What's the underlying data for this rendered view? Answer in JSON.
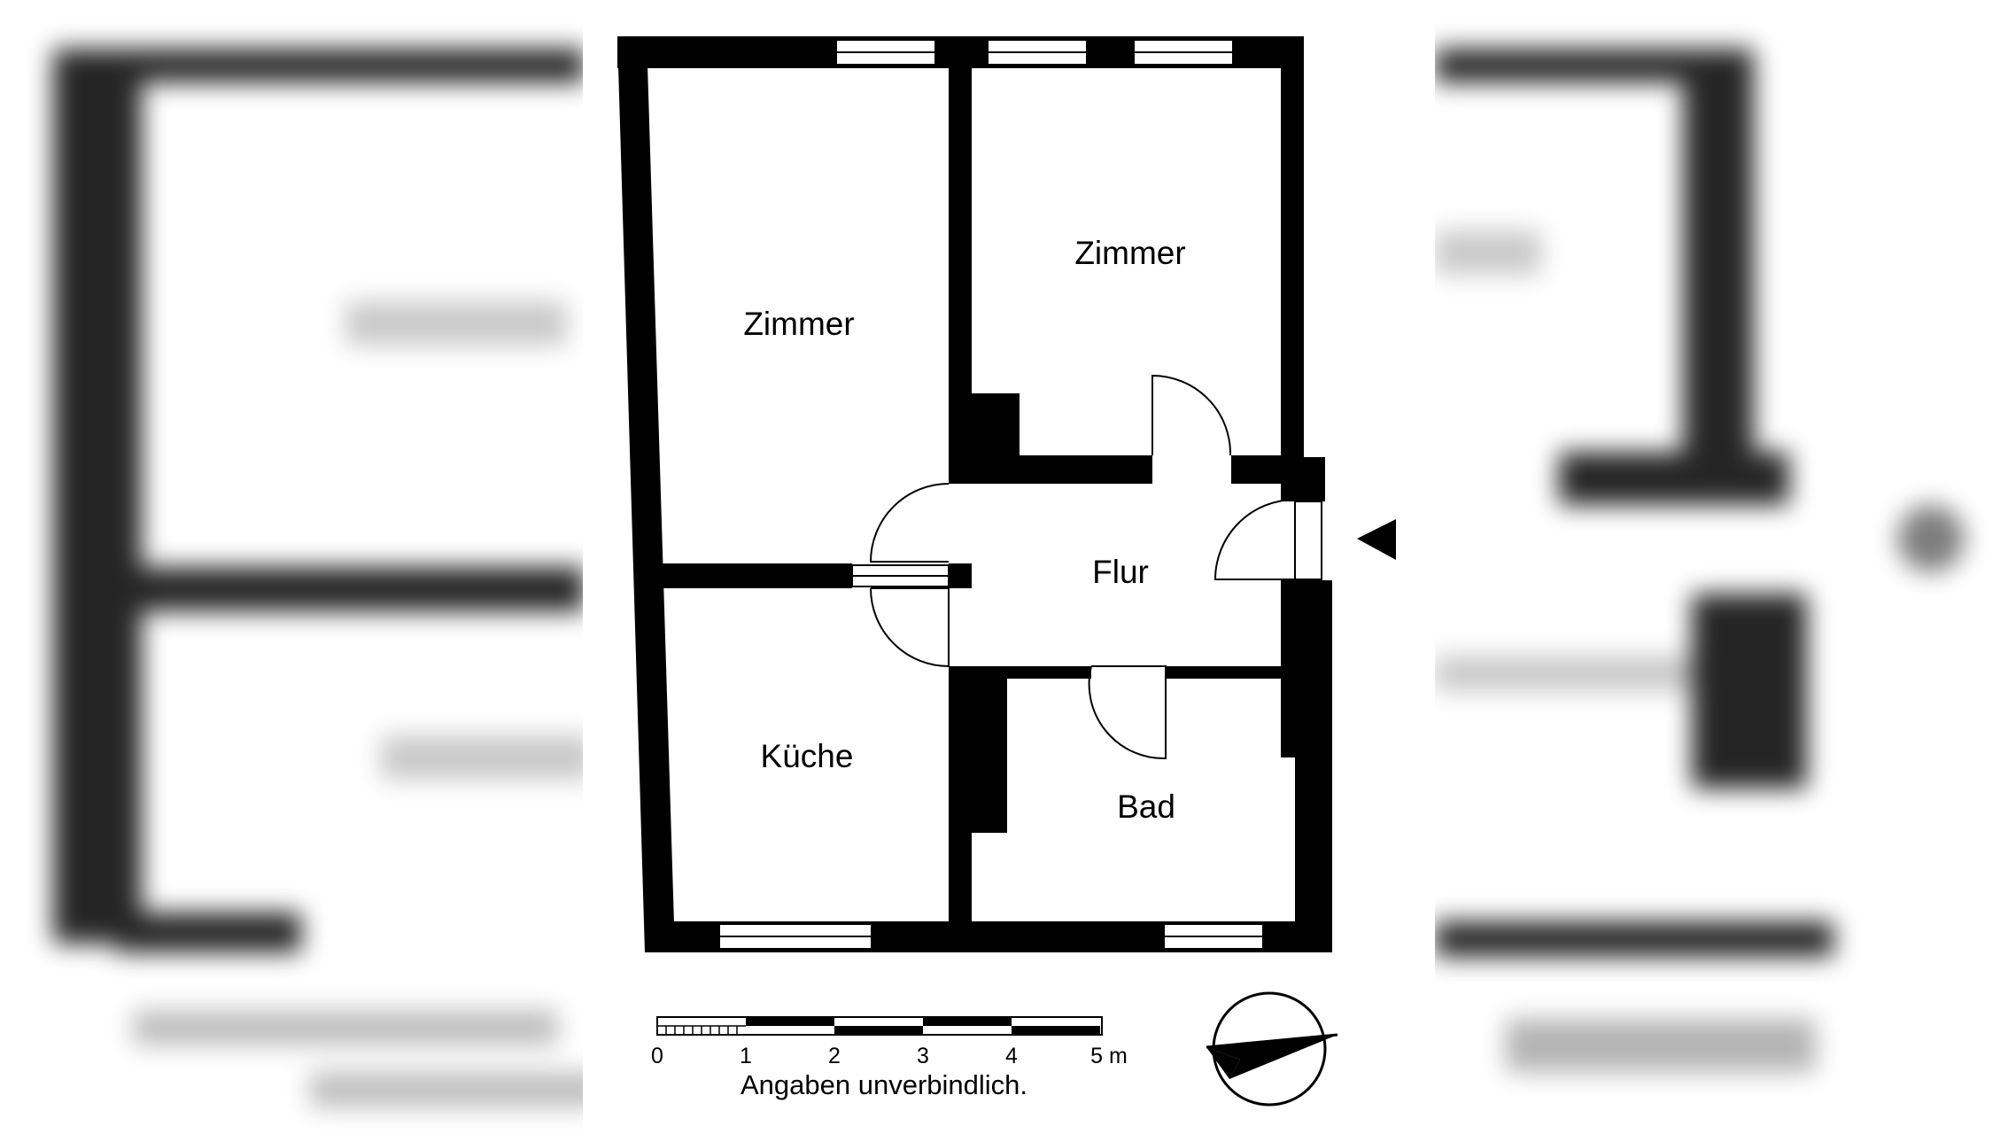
{
  "floorplan": {
    "rooms": {
      "zimmer_left": "Zimmer",
      "zimmer_right": "Zimmer",
      "flur": "Flur",
      "kueche": "Küche",
      "bad": "Bad"
    },
    "scale_bar": {
      "ticks": [
        "0",
        "1",
        "2",
        "3",
        "4",
        "5 m"
      ]
    },
    "disclaimer": "Angaben unverbindlich."
  },
  "colors": {
    "wall": "#000000",
    "background": "#ffffff"
  },
  "icons": {
    "entrance": "entrance-arrow-icon",
    "north": "north-arrow-icon"
  }
}
